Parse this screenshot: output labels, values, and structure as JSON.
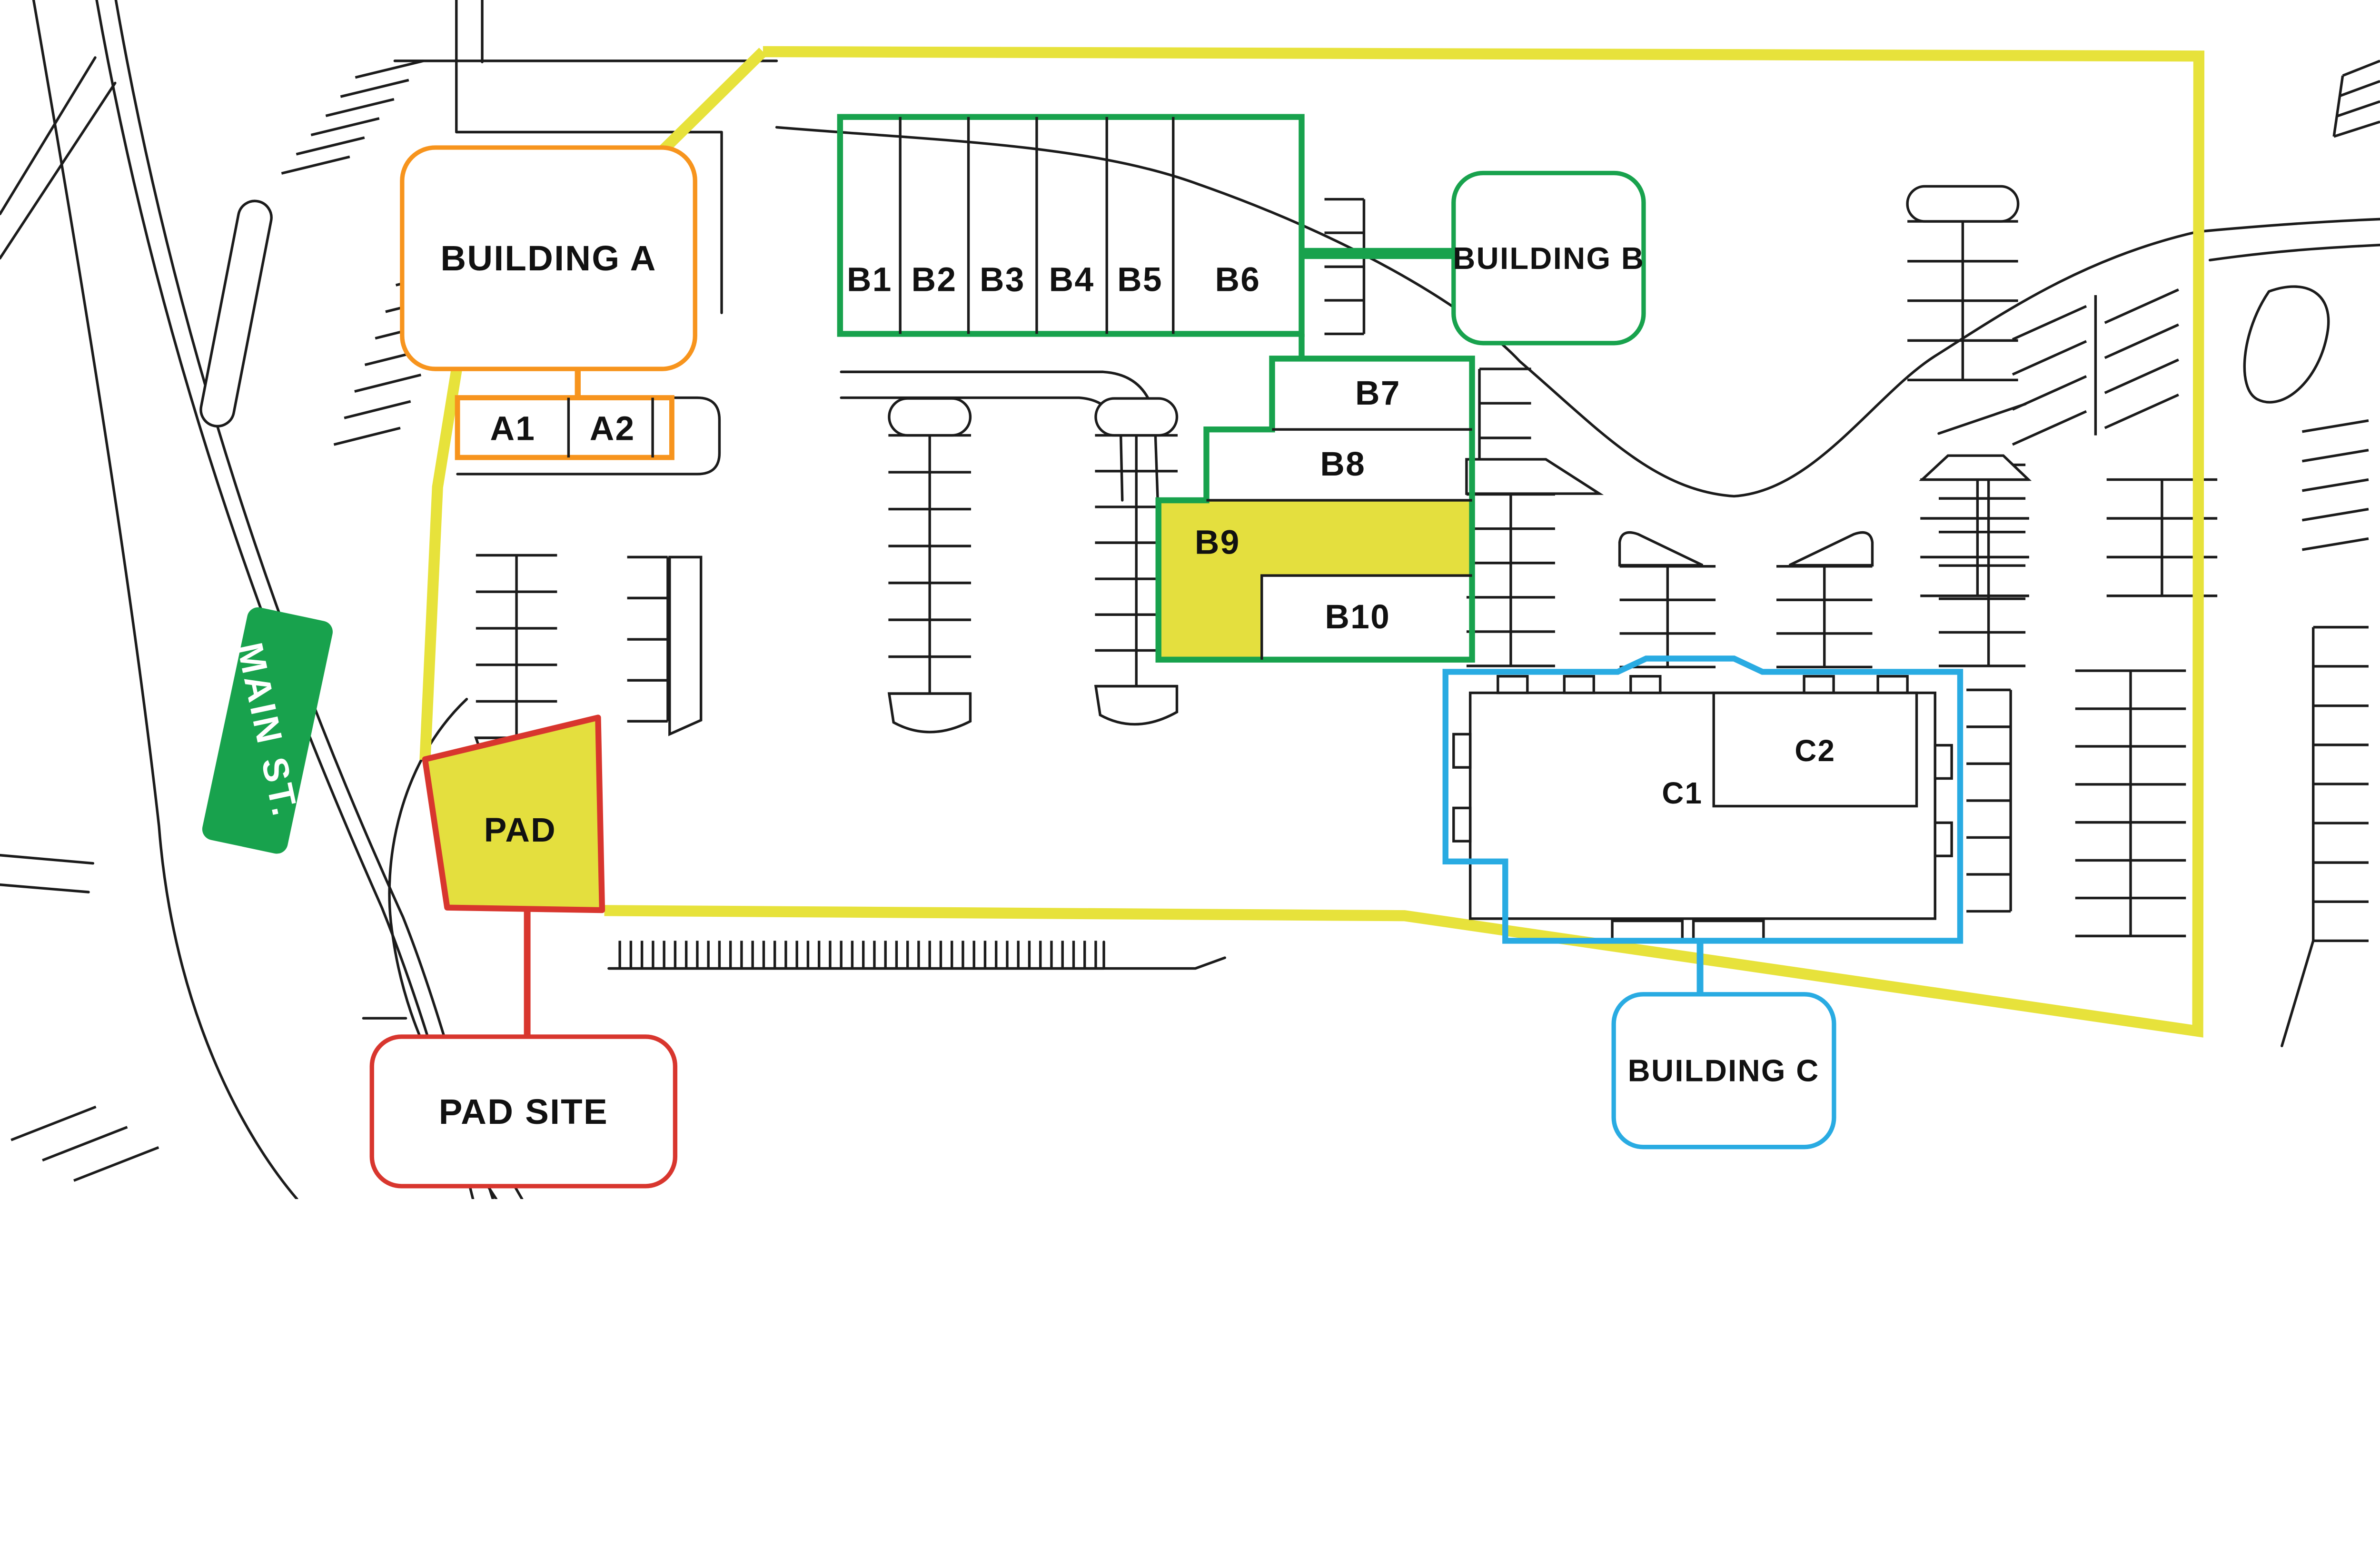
{
  "labels": {
    "building_a": "BUILDING A",
    "building_b": "BUILDING B",
    "building_c": "BUILDING C",
    "pad_site": "PAD SITE",
    "main_st": "MAIN ST.",
    "a1": "A1",
    "a2": "A2",
    "b1": "B1",
    "b2": "B2",
    "b3": "B3",
    "b4": "B4",
    "b5": "B5",
    "b6": "B6",
    "b7": "B7",
    "b8": "B8",
    "b9": "B9",
    "b10": "B10",
    "c1": "C1",
    "c2": "C2",
    "pad": "PAD"
  },
  "colors": {
    "green": "#18a24d",
    "orange": "#f7941d",
    "blue": "#29abe2",
    "red": "#d8362e",
    "yellow_line": "#e7e23b",
    "yellow_fill": "#e4df3e",
    "ink": "#1b1b1b",
    "text": "#111111",
    "sign_text": "#ffffff"
  },
  "highlighted_units": [
    "B9",
    "PAD"
  ]
}
